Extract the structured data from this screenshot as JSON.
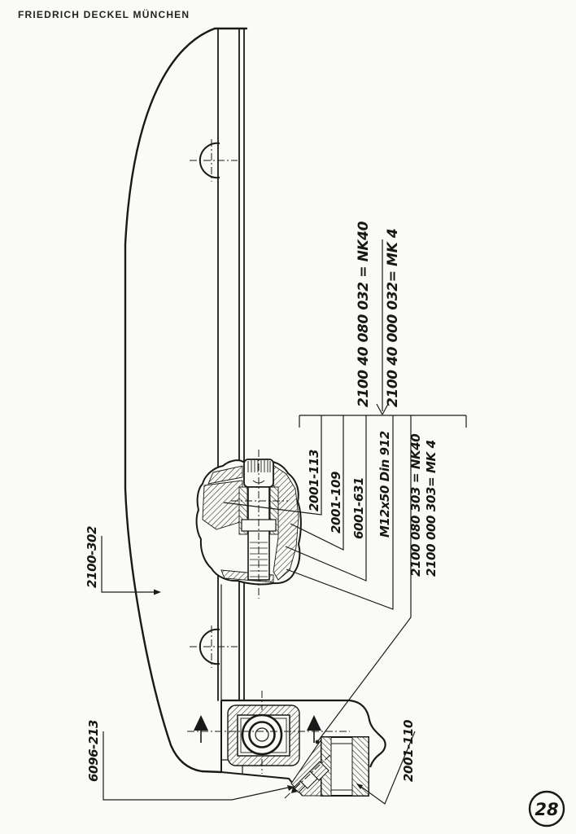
{
  "header": {
    "company": "FRIEDRICH DECKEL MÜNCHEN"
  },
  "page": {
    "number": "28"
  },
  "labels": {
    "assembly_nk40": "2100 40 080 032 = NK40",
    "assembly_mk4": "2100 40 000 032= MK 4",
    "part_1": "2001-113",
    "part_2": "2001-109",
    "part_3": "6001-631",
    "screw": "M12x50 Din 912",
    "clamp_set_nk40": "2100 080 303 = NK40",
    "clamp_set_mk4": "2100 000 303= MK 4",
    "overarm": "2100-302",
    "clamp_body": "6096-213",
    "bushing": "2001-110"
  }
}
